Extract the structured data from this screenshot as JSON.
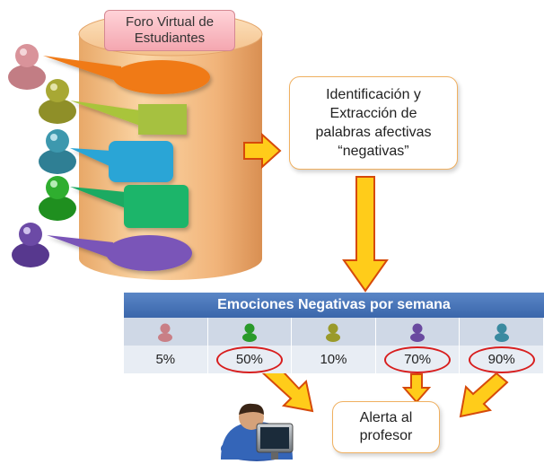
{
  "forum": {
    "title": "Foro Virtual de Estudiantes"
  },
  "process": {
    "line1": "Identificación y",
    "line2": "Extracción de",
    "line3": "palabras afectivas",
    "line4": "“negativas”"
  },
  "table": {
    "title": "Emociones Negativas por semana",
    "columns": [
      {
        "user_color": "#c97f86",
        "value": "5%",
        "highlighted": false
      },
      {
        "user_color": "#2a9a2a",
        "value": "50%",
        "highlighted": true
      },
      {
        "user_color": "#9a9a2a",
        "value": "10%",
        "highlighted": false
      },
      {
        "user_color": "#6a4aa0",
        "value": "70%",
        "highlighted": true
      },
      {
        "user_color": "#3a8aa0",
        "value": "90%",
        "highlighted": true
      }
    ]
  },
  "alert": {
    "line1": "Alerta al",
    "line2": "profesor"
  },
  "colors": {
    "arrow_fill": "#ffcc1a",
    "arrow_stroke": "#d64a0a",
    "table_header": "#4672b8",
    "highlight_ring": "#d81e1e"
  },
  "icons": [
    "user-icon",
    "speech-bubble",
    "professor-computer-icon",
    "arrow"
  ]
}
